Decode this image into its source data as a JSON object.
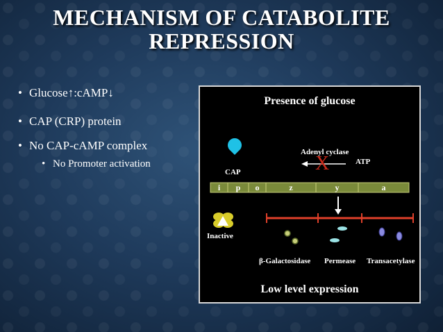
{
  "slide": {
    "title_line1": "MECHANISM OF CATABOLITE",
    "title_line2": "REPRESSION"
  },
  "bullets": [
    {
      "marker": "•",
      "text": "Glucose↑:cAMP↓"
    },
    {
      "marker": "•",
      "text": "CAP (CRP) protein"
    },
    {
      "marker": "•",
      "text": "No CAP-cAMP complex"
    }
  ],
  "subbullets": [
    {
      "marker": "•",
      "text": "No Promoter activation"
    }
  ],
  "diagram": {
    "heading": "Presence of glucose",
    "cap_label": "CAP",
    "enzyme_label": "Adenyl cyclase",
    "atp_label": "ATP",
    "block_mark": "X",
    "operon_segments": [
      "i",
      "p",
      "o",
      "z",
      "y",
      "a"
    ],
    "inactive_label": "Inactive",
    "gene_products": [
      "β-Galactosidase",
      "Permease",
      "Transacetylase"
    ],
    "footer": "Low level expression",
    "colors": {
      "operon_bar": "#7a8a3a",
      "mrna_line": "#e0402a",
      "cap_shape": "#1fc1e6",
      "block_x": "#cc2a1a",
      "repressor": "#d8cc2a"
    }
  }
}
